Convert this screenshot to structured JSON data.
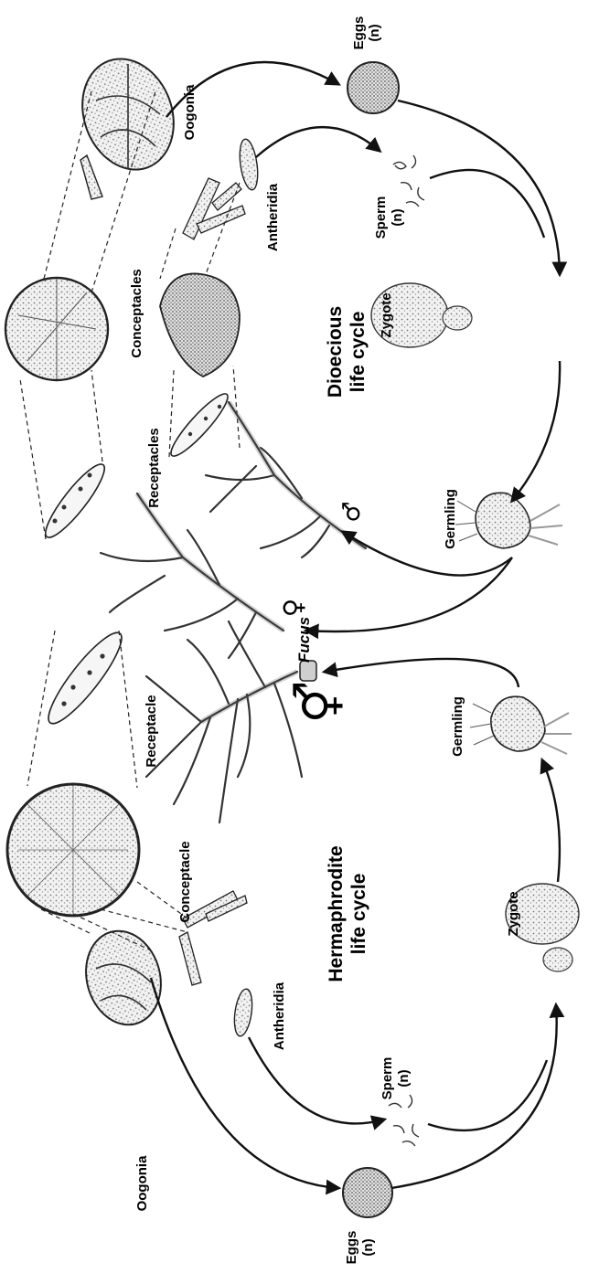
{
  "labels": {
    "eggs_top": "Eggs",
    "eggs_top_n": "(n)",
    "sperm_top": "Sperm",
    "sperm_top_n": "(n)",
    "zygote_top": "Zygote",
    "germling_top": "Germling",
    "oogonia_top": "Oogonia",
    "antheridia_top": "Antheridia",
    "conceptacles_top": "Conceptacles",
    "receptacles_top": "Receptacles",
    "dioecious_line1": "Dioecious",
    "dioecious_line2": "life cycle",
    "fucus": "Fucus",
    "receptacle_bottom": "Receptacle",
    "conceptacle_bottom": "Conceptacle",
    "antheridia_bottom": "Antheridia",
    "oogonia_bottom": "Oogonia",
    "sperm_bottom": "Sperm",
    "sperm_bottom_n": "(n)",
    "eggs_bottom": "Eggs",
    "eggs_bottom_n": "(n)",
    "zygote_bottom": "Zygote",
    "germling_bottom": "Germling",
    "hermaphrodite_line1": "Hermaphrodite",
    "hermaphrodite_line2": "life cycle"
  },
  "symbols": {
    "male": "♂",
    "female": "♀",
    "hermaphrodite": "⚥"
  },
  "colors": {
    "ink": "#111111",
    "fill": "#f4f4f4",
    "stipple": "#888888"
  }
}
